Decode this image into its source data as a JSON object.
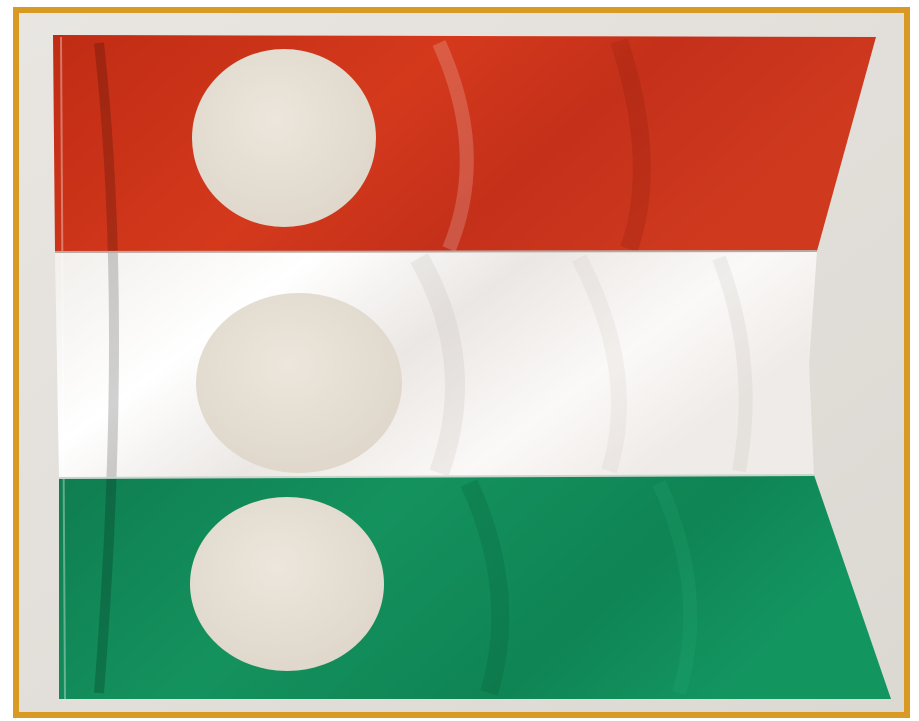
{
  "image": {
    "subject": "flag",
    "frame_color": "#d99a24",
    "wall_color": "#e4e1dc",
    "stripes": [
      {
        "name": "red",
        "color": "#c8321a"
      },
      {
        "name": "white",
        "color": "#f7f4f2"
      },
      {
        "name": "green",
        "color": "#118a58"
      }
    ],
    "cutout_color": "#e8e1d6",
    "shape": "swallowtail"
  }
}
